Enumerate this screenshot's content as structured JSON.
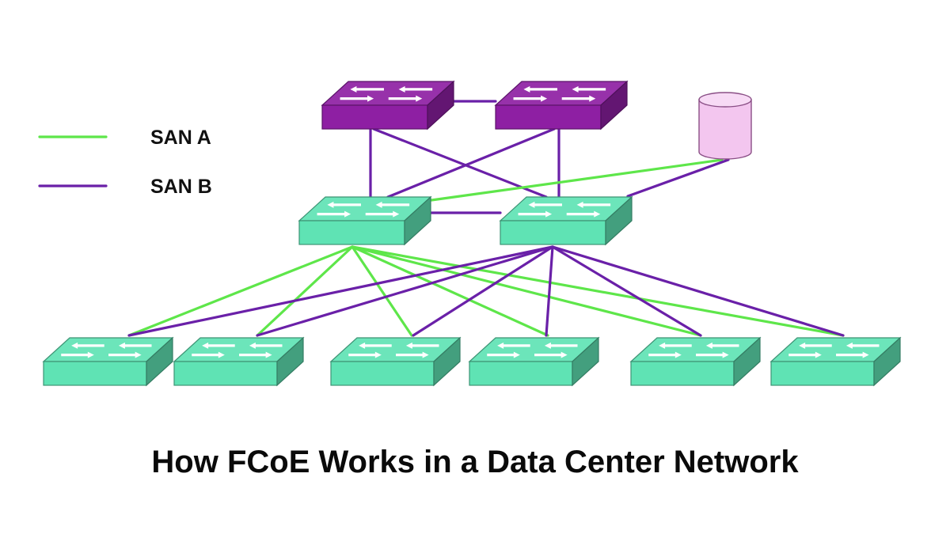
{
  "title": "How FCoE Works in a Data Center Network",
  "legend": [
    {
      "label": "SAN A",
      "color": "#5ee64a"
    },
    {
      "label": "SAN B",
      "color": "#6a20a8"
    }
  ],
  "colors": {
    "core_switch": "#8e1fa3",
    "edge_switch": "#5fe3b4",
    "storage": "#f3c6ef",
    "san_a_link": "#5ee64a",
    "san_b_link": "#6a20a8"
  },
  "nodes": [
    {
      "id": "core-1",
      "kind": "core-switch",
      "icon": "switch-icon"
    },
    {
      "id": "core-2",
      "kind": "core-switch",
      "icon": "switch-icon"
    },
    {
      "id": "storage-array",
      "kind": "storage",
      "icon": "database-icon"
    },
    {
      "id": "agg-1",
      "kind": "aggregation-switch",
      "icon": "switch-icon"
    },
    {
      "id": "agg-2",
      "kind": "aggregation-switch",
      "icon": "switch-icon"
    },
    {
      "id": "access-1",
      "kind": "access-switch",
      "icon": "switch-icon"
    },
    {
      "id": "access-2",
      "kind": "access-switch",
      "icon": "switch-icon"
    },
    {
      "id": "access-3",
      "kind": "access-switch",
      "icon": "switch-icon"
    },
    {
      "id": "access-4",
      "kind": "access-switch",
      "icon": "switch-icon"
    },
    {
      "id": "access-5",
      "kind": "access-switch",
      "icon": "switch-icon"
    },
    {
      "id": "access-6",
      "kind": "access-switch",
      "icon": "switch-icon"
    }
  ],
  "links": [
    {
      "from": "core-1",
      "to": "core-2",
      "san": "B"
    },
    {
      "from": "core-1",
      "to": "agg-1",
      "san": "B"
    },
    {
      "from": "core-1",
      "to": "agg-2",
      "san": "B"
    },
    {
      "from": "core-2",
      "to": "agg-1",
      "san": "B"
    },
    {
      "from": "core-2",
      "to": "agg-2",
      "san": "B"
    },
    {
      "from": "agg-1",
      "to": "agg-2",
      "san": "B"
    },
    {
      "from": "storage-array",
      "to": "agg-1",
      "san": "A"
    },
    {
      "from": "storage-array",
      "to": "agg-2",
      "san": "B"
    },
    {
      "from": "agg-1",
      "to": "access-1",
      "san": "A"
    },
    {
      "from": "agg-1",
      "to": "access-2",
      "san": "A"
    },
    {
      "from": "agg-1",
      "to": "access-3",
      "san": "A"
    },
    {
      "from": "agg-1",
      "to": "access-4",
      "san": "A"
    },
    {
      "from": "agg-1",
      "to": "access-5",
      "san": "A"
    },
    {
      "from": "agg-1",
      "to": "access-6",
      "san": "A"
    },
    {
      "from": "agg-2",
      "to": "access-1",
      "san": "B"
    },
    {
      "from": "agg-2",
      "to": "access-2",
      "san": "B"
    },
    {
      "from": "agg-2",
      "to": "access-3",
      "san": "B"
    },
    {
      "from": "agg-2",
      "to": "access-4",
      "san": "B"
    },
    {
      "from": "agg-2",
      "to": "access-5",
      "san": "B"
    },
    {
      "from": "agg-2",
      "to": "access-6",
      "san": "B"
    }
  ]
}
